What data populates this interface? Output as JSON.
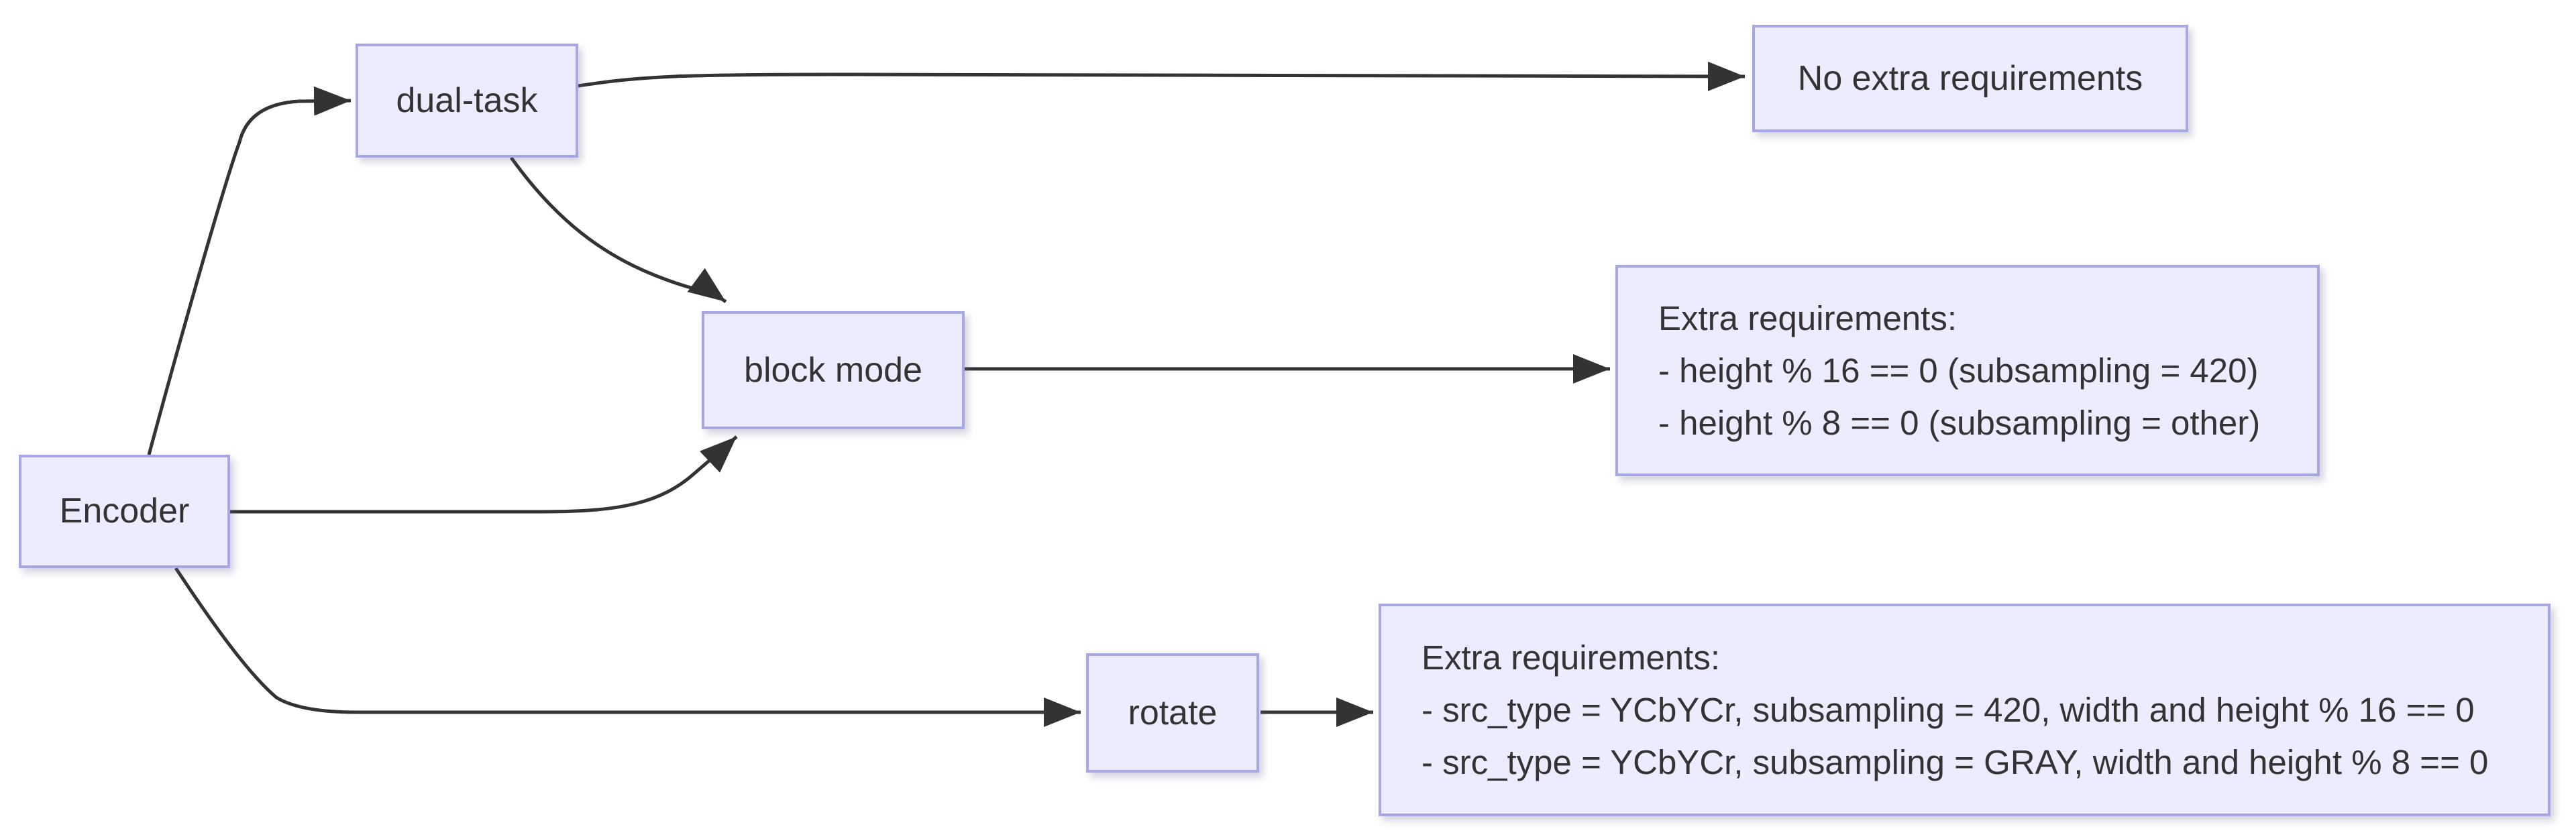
{
  "diagram": {
    "type": "flowchart",
    "background": "#ffffff",
    "colors": {
      "node_fill": "#ECECFF",
      "node_border": "#A7A7E3",
      "edge_color": "#333333",
      "text_color": "#333333"
    },
    "nodes": {
      "encoder": {
        "label": "Encoder"
      },
      "dual_task": {
        "label": "dual-task"
      },
      "block_mode": {
        "label": "block mode"
      },
      "rotate": {
        "label": "rotate"
      },
      "no_extra": {
        "label": "No extra requirements"
      },
      "block_reqs": {
        "lines": [
          "Extra requirements:",
          "- height % 16 == 0 (subsampling = 420)",
          "- height % 8 == 0 (subsampling = other)"
        ]
      },
      "rotate_reqs": {
        "lines": [
          "Extra requirements:",
          "- src_type = YCbYCr, subsampling = 420, width and height % 16 == 0",
          "- src_type = YCbYCr, subsampling = GRAY, width and height % 8 == 0"
        ]
      }
    },
    "edges": [
      {
        "from": "encoder",
        "to": "dual_task"
      },
      {
        "from": "encoder",
        "to": "block_mode"
      },
      {
        "from": "encoder",
        "to": "rotate"
      },
      {
        "from": "dual_task",
        "to": "no_extra"
      },
      {
        "from": "dual_task",
        "to": "block_mode"
      },
      {
        "from": "block_mode",
        "to": "block_reqs"
      },
      {
        "from": "rotate",
        "to": "rotate_reqs"
      }
    ]
  }
}
